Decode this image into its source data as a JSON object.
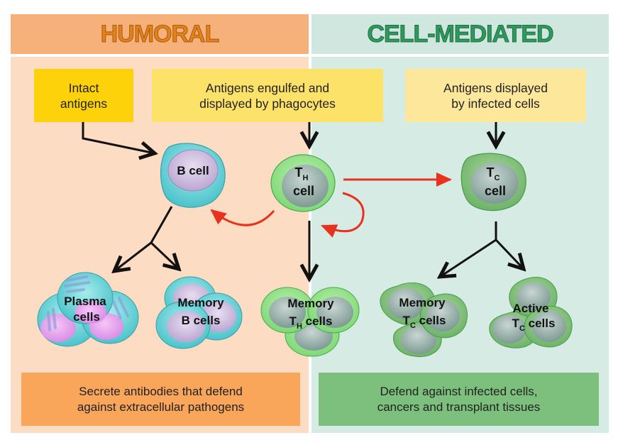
{
  "headers": {
    "humoral": "HUMORAL",
    "cell_mediated": "CELL-MEDIATED"
  },
  "antigen_boxes": {
    "intact": "Intact\nantigens",
    "engulfed": "Antigens engulfed and\ndisplayed by phagocytes",
    "infected": "Antigens displayed\nby infected cells"
  },
  "cells": {
    "b_cell": {
      "line1": "B cell"
    },
    "th_cell": {
      "main": "T",
      "sub": "H",
      "line2": "cell"
    },
    "tc_cell": {
      "main": "T",
      "sub": "C",
      "line2": "cell"
    },
    "plasma": {
      "line1": "Plasma",
      "line2": "cells"
    },
    "memory_b": {
      "line1": "Memory",
      "line2": "B cells"
    },
    "memory_th": {
      "line1": "Memory",
      "main": "T",
      "sub": "H",
      "rest": " cells"
    },
    "memory_tc": {
      "line1": "Memory",
      "main": "T",
      "sub": "C",
      "rest": " cells"
    },
    "active_tc": {
      "line1": "Active",
      "main": "T",
      "sub": "C",
      "rest": " cells"
    }
  },
  "outcome_boxes": {
    "humoral": "Secrete antibodies that defend\nagainst extracellular pathogens",
    "cell_mediated": "Defend against infected cells,\ncancers and transplant tissues"
  },
  "colors": {
    "humoral_header": "#f6b07a",
    "humoral_body": "#fcdcc3",
    "cell_mediated_header": "#cfe7df",
    "cell_mediated_body": "#d5ebe3",
    "activation_arrow": "#e8321e"
  }
}
